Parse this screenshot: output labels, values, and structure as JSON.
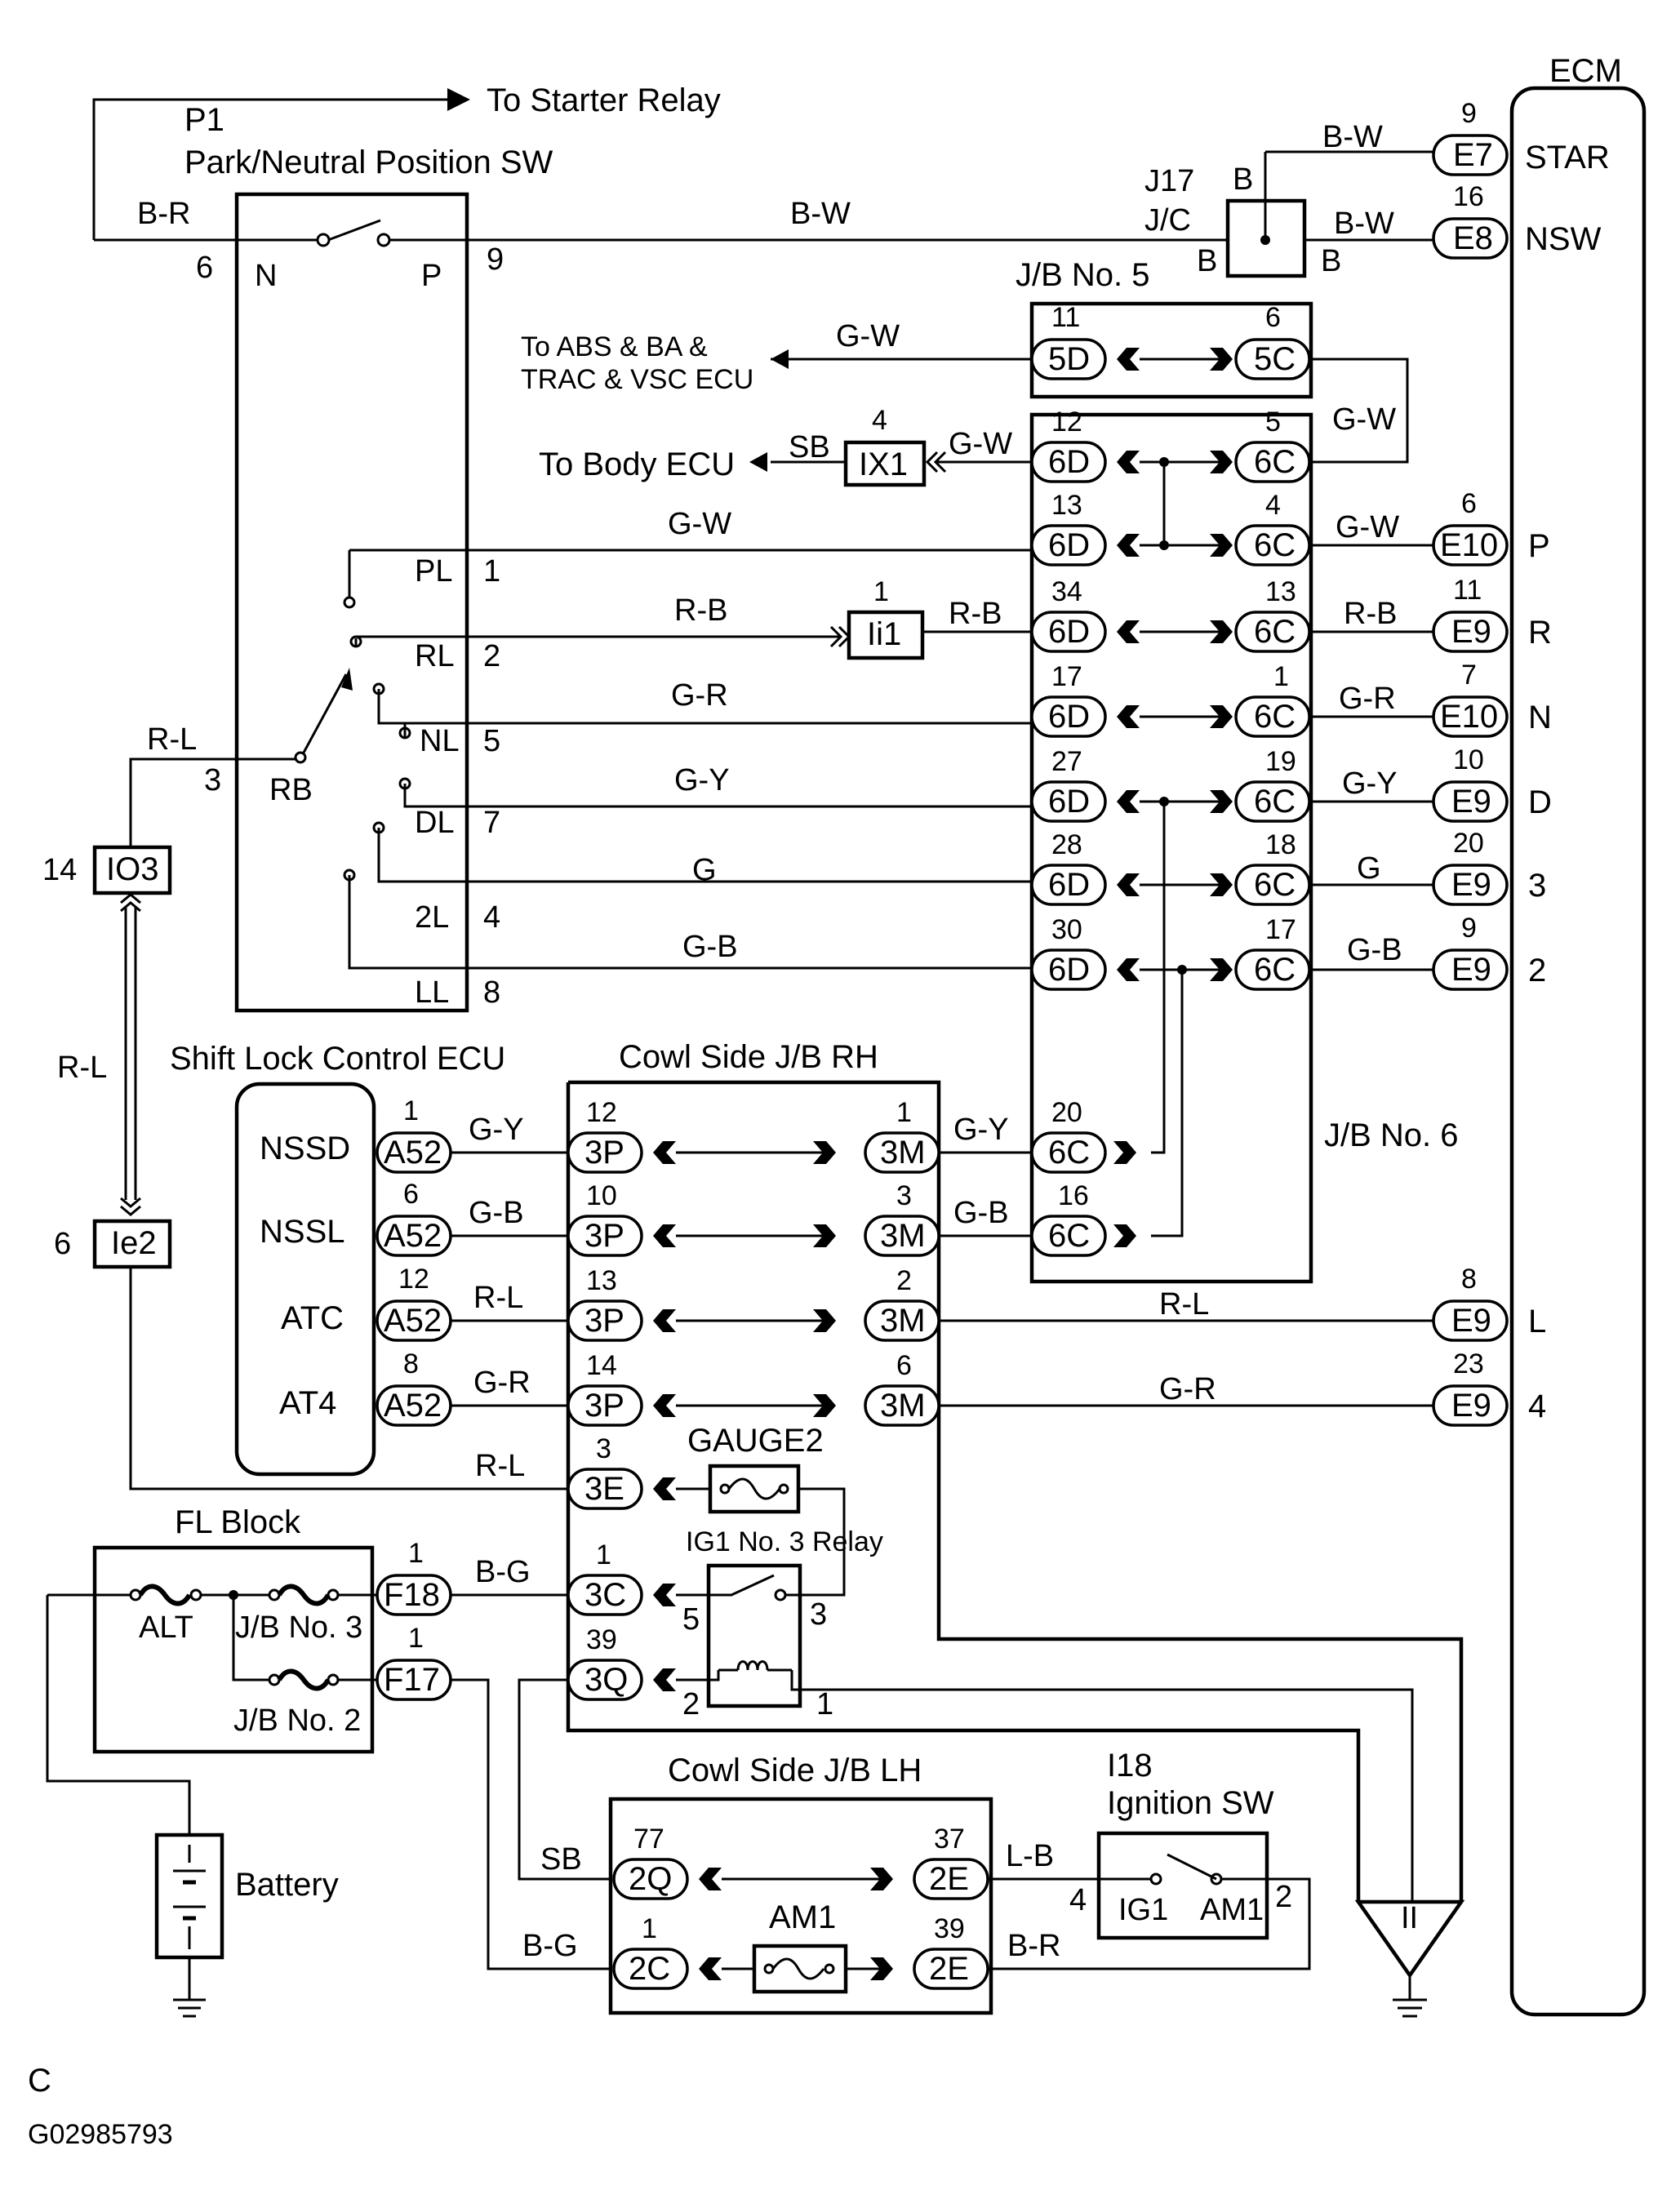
{
  "ecm": {
    "title": "ECM",
    "pins": [
      {
        "num": "9",
        "conn": "E7",
        "name": "STAR"
      },
      {
        "num": "16",
        "conn": "E8",
        "name": "NSW"
      },
      {
        "num": "6",
        "conn": "E10",
        "name": "P"
      },
      {
        "num": "11",
        "conn": "E9",
        "name": "R"
      },
      {
        "num": "7",
        "conn": "E10",
        "name": "N"
      },
      {
        "num": "10",
        "conn": "E9",
        "name": "D"
      },
      {
        "num": "20",
        "conn": "E9",
        "name": "3"
      },
      {
        "num": "9",
        "conn": "E9",
        "name": "2"
      },
      {
        "num": "8",
        "conn": "E9",
        "name": "L"
      },
      {
        "num": "23",
        "conn": "E9",
        "name": "4"
      }
    ]
  },
  "pnp": {
    "ref": "P1",
    "title": "Park/Neutral Position SW",
    "to_starter": "To Starter Relay",
    "wire_br": "B-R",
    "wire_bw": "B-W",
    "pin_n_num": "6",
    "pin_n": "N",
    "pin_p": "P",
    "pin_p_num": "9",
    "contacts": [
      {
        "label": "PL",
        "num": "1"
      },
      {
        "label": "RL",
        "num": "2"
      },
      {
        "label": "NL",
        "num": "5"
      },
      {
        "label": "DL",
        "num": "7"
      },
      {
        "label": "2L",
        "num": "4"
      },
      {
        "label": "LL",
        "num": "8"
      }
    ],
    "rb_label": "RB",
    "rb_num": "3",
    "rb_wire": "R-L"
  },
  "j17": {
    "ref": "J17",
    "name": "J/C",
    "b1": "B",
    "b2": "B",
    "b3": "B",
    "wire_star": "B-W",
    "wire_nsw": "B-W"
  },
  "jb5": {
    "title": "J/B No. 5",
    "left_num": "11",
    "left": "5D",
    "right_num": "6",
    "right": "5C",
    "to_abs_1": "To ABS & BA &",
    "to_abs_2": "TRAC & VSC ECU",
    "wire": "G-W",
    "wire_right": "G-W"
  },
  "body_ecu": {
    "label": "To Body ECU",
    "wire_sb": "SB",
    "conn": "IX1",
    "conn_num": "4",
    "wire_gw": "G-W"
  },
  "jb6": {
    "title": "J/B No. 6",
    "rows": [
      {
        "ln": "12",
        "l": "6D",
        "rn": "5",
        "r": "6C",
        "wire_l": "",
        "wire_r": ""
      },
      {
        "ln": "13",
        "l": "6D",
        "rn": "4",
        "r": "6C",
        "wire_l": "G-W",
        "wire_r": "G-W"
      },
      {
        "ln": "34",
        "l": "6D",
        "rn": "13",
        "r": "6C",
        "wire_l": "R-B",
        "wire_r": "R-B"
      },
      {
        "ln": "17",
        "l": "6D",
        "rn": "1",
        "r": "6C",
        "wire_l": "G-R",
        "wire_r": "G-R"
      },
      {
        "ln": "27",
        "l": "6D",
        "rn": "19",
        "r": "6C",
        "wire_l": "G-Y",
        "wire_r": "G-Y"
      },
      {
        "ln": "28",
        "l": "6D",
        "rn": "18",
        "r": "6C",
        "wire_l": "G",
        "wire_r": "G"
      },
      {
        "ln": "30",
        "l": "6D",
        "rn": "17",
        "r": "6C",
        "wire_l": "G-B",
        "wire_r": "G-B"
      }
    ],
    "lower": [
      {
        "num": "20",
        "conn": "6C"
      },
      {
        "num": "16",
        "conn": "6C"
      }
    ],
    "ii1_num": "1",
    "ii1": "Ii1",
    "ii1_wire": "R-B"
  },
  "io3": {
    "num": "14",
    "conn": "IO3",
    "wire": "R-L"
  },
  "ie2": {
    "num": "6",
    "conn": "Ie2"
  },
  "shift_lock": {
    "title": "Shift Lock Control ECU",
    "rows": [
      {
        "name": "NSSD",
        "num": "1",
        "conn": "A52",
        "wire": "G-Y"
      },
      {
        "name": "NSSL",
        "num": "6",
        "conn": "A52",
        "wire": "G-B"
      },
      {
        "name": "ATC",
        "num": "12",
        "conn": "A52",
        "wire": "R-L"
      },
      {
        "name": "AT4",
        "num": "8",
        "conn": "A52",
        "wire": "G-R"
      }
    ]
  },
  "cowl_rh": {
    "title": "Cowl Side J/B RH",
    "rows": [
      {
        "ln": "12",
        "l": "3P",
        "rn": "1",
        "r": "3M",
        "wire_r": "G-Y"
      },
      {
        "ln": "10",
        "l": "3P",
        "rn": "3",
        "r": "3M",
        "wire_r": "G-B"
      },
      {
        "ln": "13",
        "l": "3P",
        "rn": "2",
        "r": "3M",
        "wire_r": "R-L"
      },
      {
        "ln": "14",
        "l": "3P",
        "rn": "6",
        "r": "3M",
        "wire_r": "G-R"
      }
    ],
    "e3_num": "3",
    "e3": "3E",
    "e3_wire": "R-L",
    "fuse": "GAUGE2",
    "relay": "IG1 No. 3 Relay",
    "c3_num": "1",
    "c3": "3C",
    "c3_wire": "B-G",
    "q3_num": "39",
    "q3": "3Q",
    "relay_pins": {
      "p5": "5",
      "p3": "3",
      "p2": "2",
      "p1": "1"
    }
  },
  "fl_block": {
    "title": "FL Block",
    "alt": "ALT",
    "jb3": "J/B No. 3",
    "jb2": "J/B No. 2",
    "f18_num": "1",
    "f18": "F18",
    "f17_num": "1",
    "f17": "F17"
  },
  "battery": {
    "label": "Battery"
  },
  "cowl_lh": {
    "title": "Cowl Side J/B LH",
    "top": {
      "ln": "77",
      "l": "2Q",
      "rn": "37",
      "r": "2E",
      "wire_l": "SB",
      "wire_r": "L-B"
    },
    "bot": {
      "ln": "1",
      "l": "2C",
      "rn": "39",
      "r": "2E",
      "wire_l": "B-G",
      "wire_r": "B-R"
    },
    "fuse": "AM1"
  },
  "ignition": {
    "ref": "I18",
    "title": "Ignition SW",
    "ig1": "IG1",
    "am1": "AM1",
    "pin4": "4",
    "pin2": "2"
  },
  "ground_ii": "II",
  "footer": {
    "letter": "C",
    "code": "G02985793"
  }
}
